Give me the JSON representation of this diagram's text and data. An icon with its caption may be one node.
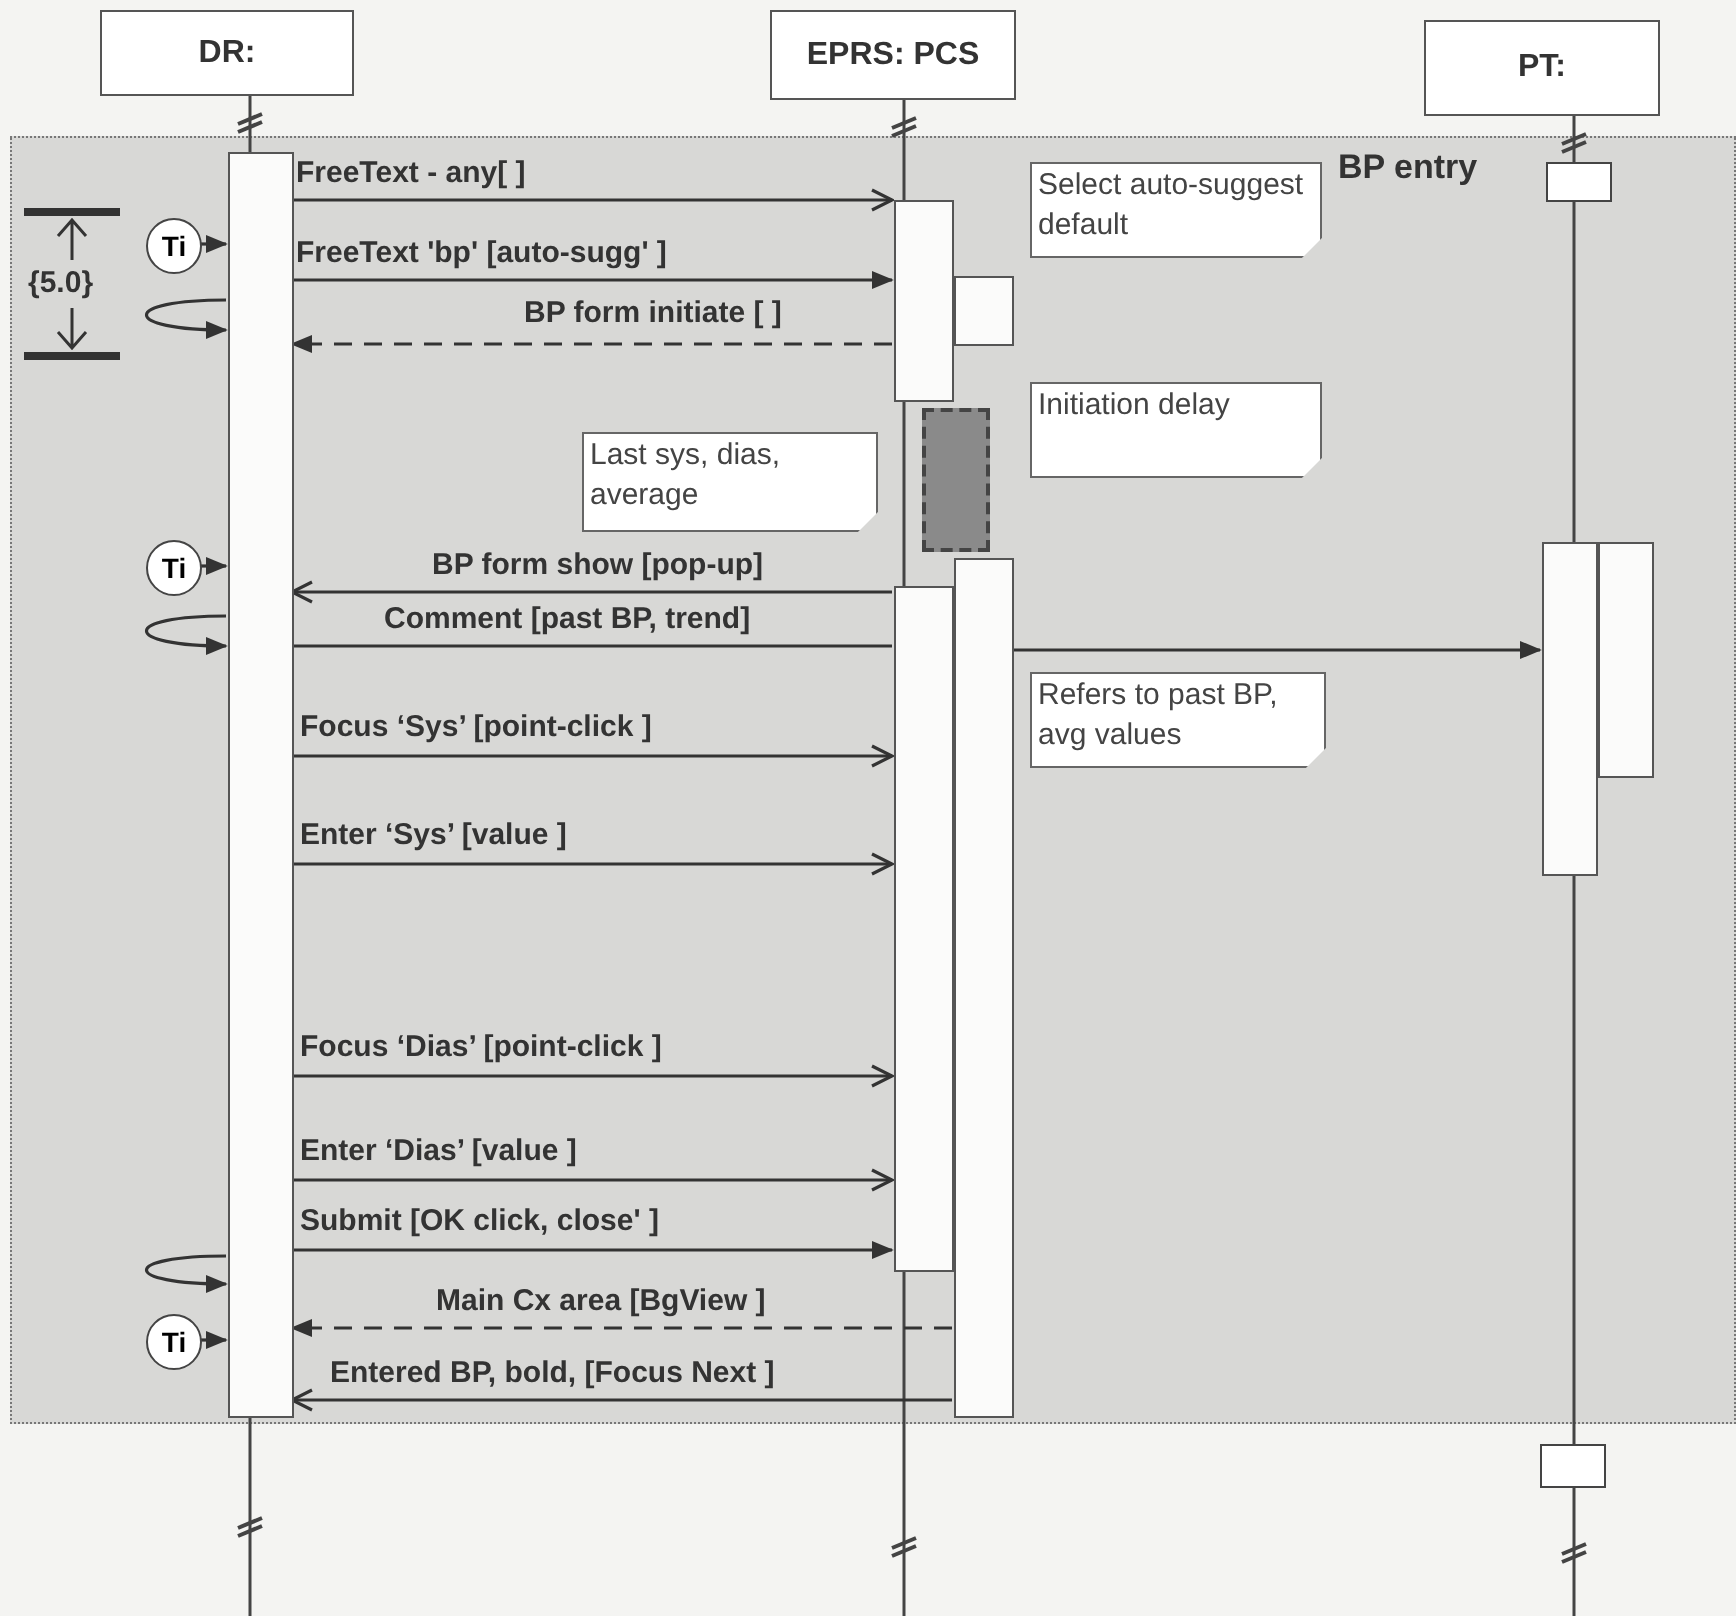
{
  "diagram": {
    "nodes": [
      {
        "text": [
          "DR:"
        ]
      },
      {
        "text": [
          "EPRS: PCS"
        ]
      },
      {
        "text": [
          "PT:"
        ]
      },
      {
        "text": [
          "BP entry"
        ]
      },
      {
        "text": [],
        "shape": "bar",
        "in": 3
      },
      {
        "text": [],
        "shape": "bar",
        "in": 3
      },
      {
        "text": [],
        "shape": "bar",
        "in": 3
      },
      {
        "text": [],
        "shape": "bar",
        "in": 3
      },
      {
        "text": [],
        "shape": "bar",
        "in": 3
      },
      {
        "text": [],
        "shape": "bar",
        "in": 3
      },
      {
        "text": [],
        "shape": "box",
        "in": 3
      },
      {
        "text": [],
        "shape": "bar",
        "in": 3
      },
      {
        "text": [],
        "shape": "bar",
        "in": 3
      },
      {
        "text": [],
        "shape": "box"
      },
      {
        "text": [
          "Select auto-suggest default"
        ],
        "in": 3
      },
      {
        "text": [
          "Initiation delay"
        ],
        "in": 3
      },
      {
        "text": [
          "Last sys, dias, average"
        ],
        "in": 3
      },
      {
        "text": [
          "Refers to past BP, avg values"
        ],
        "in": 3
      },
      {
        "text": [
          "Ti"
        ],
        "in": 3
      },
      {
        "text": [
          "Ti"
        ],
        "in": 3
      },
      {
        "text": [
          "Ti"
        ],
        "in": 3
      }
    ],
    "edges": [
      {
        "from": 4,
        "to": 5,
        "arrow": "to",
        "label": "FreeText - any[ ]"
      },
      {
        "from": 4,
        "to": 5,
        "arrow": "to",
        "label": "FreeText  'bp' [auto-sugg' ]"
      },
      {
        "from": 5,
        "to": 4,
        "arrow": "to",
        "label": "BP form initiate [ ]",
        "style": "dashed"
      },
      {
        "from": 8,
        "to": 4,
        "arrow": "to",
        "label": "BP form show [pop-up]"
      },
      {
        "from": 4,
        "to": 8,
        "arrow": "none",
        "label": "Comment [past BP, trend]"
      },
      {
        "from": 9,
        "to": 11,
        "arrow": "to"
      },
      {
        "from": 4,
        "to": 8,
        "arrow": "to",
        "label": "Focus ‘Sys’ [point-click ]"
      },
      {
        "from": 4,
        "to": 8,
        "arrow": "to",
        "label": "Enter ‘Sys’ [value ]"
      },
      {
        "from": 4,
        "to": 8,
        "arrow": "to",
        "label": "Focus ‘Dias’ [point-click ]"
      },
      {
        "from": 4,
        "to": 8,
        "arrow": "to",
        "label": "Enter ‘Dias’ [value ]"
      },
      {
        "from": 4,
        "to": 8,
        "arrow": "to",
        "label": "Submit [OK click, close' ]"
      },
      {
        "from": 9,
        "to": 4,
        "arrow": "to",
        "label": "Main Cx area [BgView ]",
        "style": "dashed"
      },
      {
        "from": 9,
        "to": 4,
        "arrow": "to",
        "label": "Entered BP, bold, [Focus Next ]"
      },
      {
        "from": 18,
        "to": 4,
        "arrow": "to"
      },
      {
        "from": 19,
        "to": 4,
        "arrow": "to"
      },
      {
        "from": 20,
        "to": 4,
        "arrow": "to"
      },
      {
        "from": 4,
        "to": 4,
        "arrow": "to"
      },
      {
        "from": 4,
        "to": 4,
        "arrow": "to"
      },
      {
        "from": 4,
        "to": 4,
        "arrow": "to"
      }
    ],
    "labels": [
      "{5.0}"
    ]
  }
}
